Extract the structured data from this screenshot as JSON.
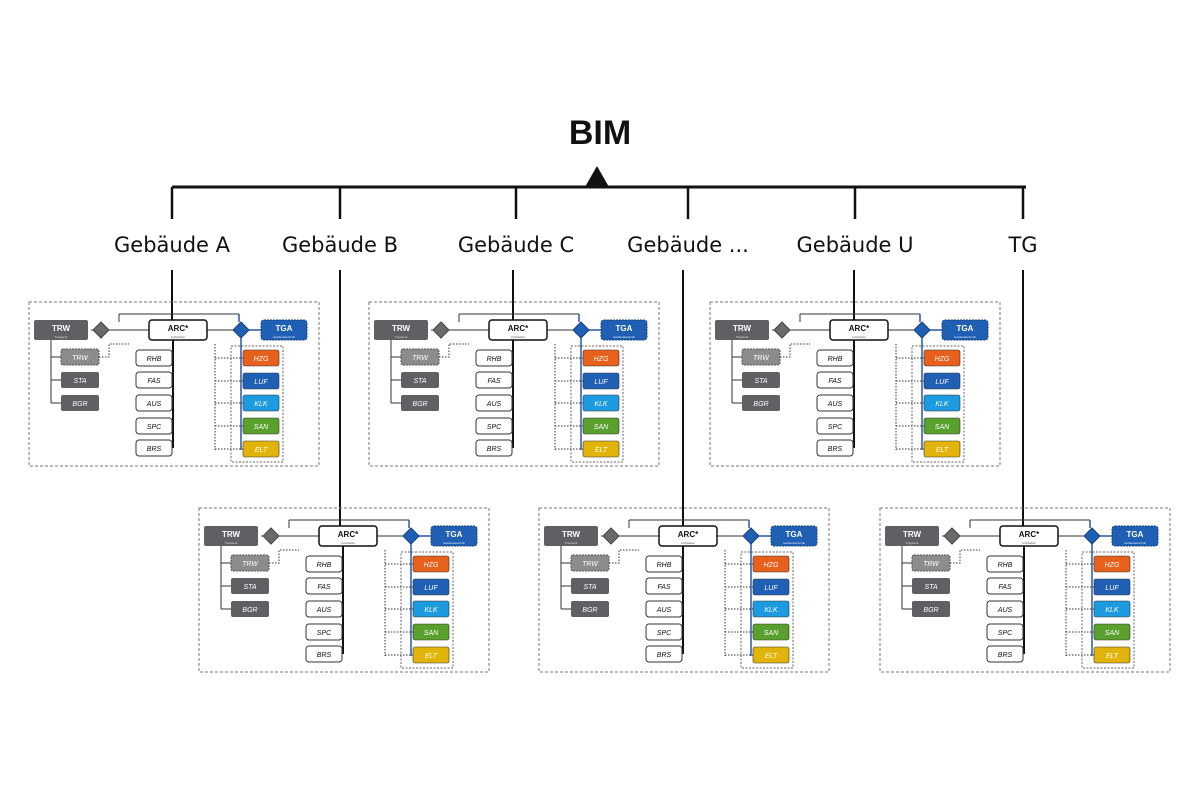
{
  "title": "BIM",
  "buildings": [
    {
      "label": "Gebäude A"
    },
    {
      "label": "Gebäude B"
    },
    {
      "label": "Gebäude C"
    },
    {
      "label": "Gebäude ..."
    },
    {
      "label": "Gebäude U"
    },
    {
      "label": "TG"
    }
  ],
  "model": {
    "trw": {
      "label": "TRW",
      "sub": "Tragwerk",
      "children": [
        "TRW",
        "STA",
        "BGR"
      ]
    },
    "arc": {
      "label": "ARC*",
      "sub": "Architektur",
      "children": [
        "RHB",
        "FAS",
        "AUS",
        "SPC",
        "BRS"
      ]
    },
    "tga": {
      "label": "TGA",
      "sub": "Gebäudetechnik",
      "children": [
        "HZG",
        "LUF",
        "KLK",
        "SAN",
        "ELT"
      ]
    }
  },
  "colors": {
    "trw": "#5f6064",
    "tga": "#1f5fb4",
    "HZG": "#e8611c",
    "LUF": "#1f5fb4",
    "KLK": "#1d9be0",
    "SAN": "#5aa02c",
    "ELT": "#e2b40a",
    "line": "#111111",
    "tga_line": "#2a56a8"
  }
}
